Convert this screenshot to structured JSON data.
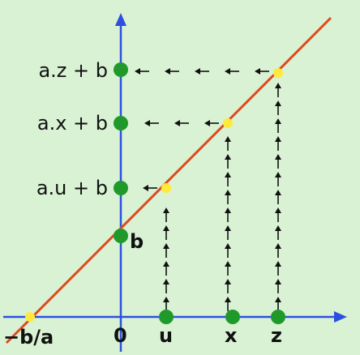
{
  "diagram": {
    "labels": {
      "y_az_b": "a.z + b",
      "y_ax_b": "a.x + b",
      "y_au_b": "a.u + b",
      "y_b": "b",
      "x_root": "−b/a",
      "x_zero": "0",
      "x_u": "u",
      "x_x": "x",
      "x_z": "z"
    },
    "colors": {
      "background": "#d9f2d4",
      "axis": "#2b50e0",
      "line": "#e0491c",
      "axis_point": "#1f9a2a",
      "line_point": "#ffe93a",
      "arrow": "#111111"
    }
  }
}
